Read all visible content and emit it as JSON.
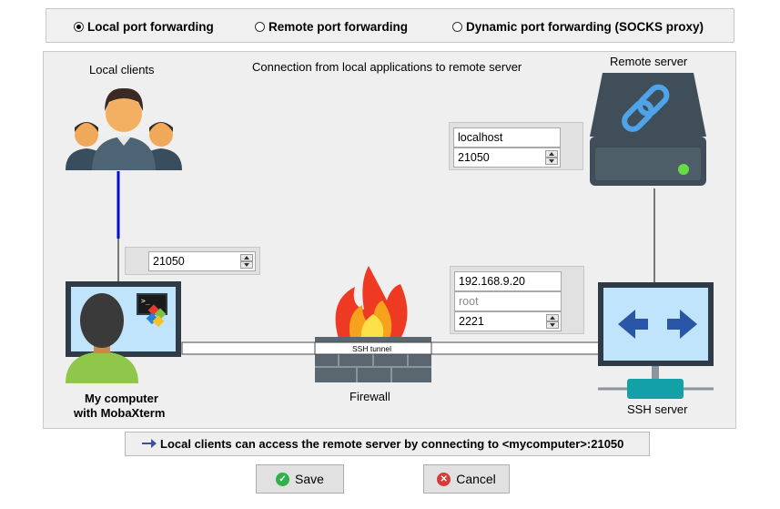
{
  "radio_options": [
    {
      "label": "Local port forwarding",
      "checked": true
    },
    {
      "label": "Remote port forwarding",
      "checked": false
    },
    {
      "label": "Dynamic port forwarding (SOCKS proxy)",
      "checked": false
    }
  ],
  "diagram": {
    "caption": "Connection from local applications to remote server",
    "local_clients_label": "Local clients",
    "remote_server_label": "Remote server",
    "my_computer_label_line1": "My computer",
    "my_computer_label_line2": "with MobaXterm",
    "firewall_label": "Firewall",
    "ssh_tunnel_label": "SSH tunnel",
    "ssh_server_label": "SSH server"
  },
  "remote_target": {
    "host": "localhost",
    "port": "21050"
  },
  "local_port": {
    "port": "21050"
  },
  "ssh_server": {
    "host": "192.168.9.20",
    "user_placeholder": "root",
    "port": "2221"
  },
  "status_message": "Local clients can access the remote server by connecting to <mycomputer>:21050",
  "buttons": {
    "save": "Save",
    "cancel": "Cancel"
  },
  "colors": {
    "arrow_blue": "#3b4fa8",
    "connector_blue": "#0010cc",
    "save_green": "#2fb14a",
    "cancel_red": "#d63a3a"
  }
}
